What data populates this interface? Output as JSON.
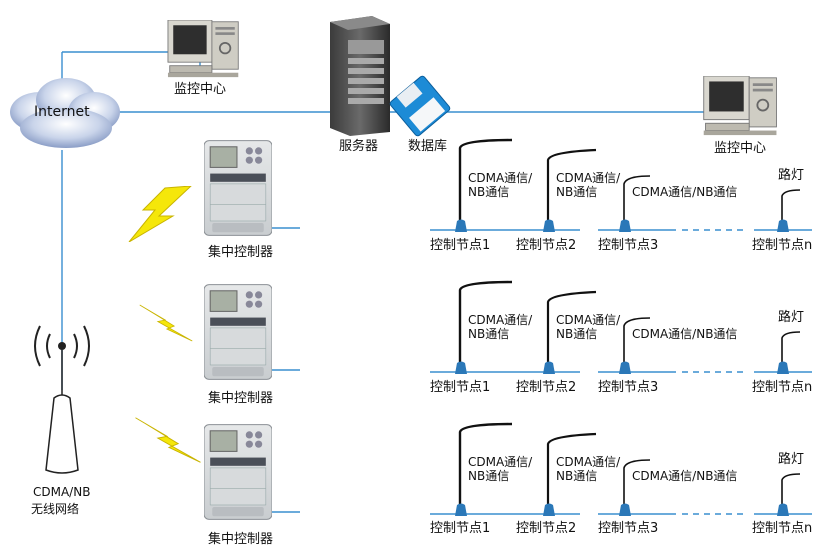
{
  "internet": {
    "label": "Internet"
  },
  "monitor_center": {
    "label": "监控中心"
  },
  "server": {
    "label": "服务器"
  },
  "database": {
    "label": "数据库"
  },
  "concentrator": {
    "label": "集中控制器"
  },
  "wireless": {
    "line1": "CDMA/NB",
    "line2": "无线网络"
  },
  "rows": [
    {
      "comm_tall": [
        "CDMA通信/",
        "NB通信"
      ],
      "comm_short": "CDMA通信/NB通信",
      "streetlight": "路灯",
      "nodes": [
        "控制节点1",
        "控制节点2",
        "控制节点3",
        "控制节点n"
      ]
    },
    {
      "comm_tall": [
        "CDMA通信/",
        "NB通信"
      ],
      "comm_short": "CDMA通信/NB通信",
      "streetlight": "路灯",
      "nodes": [
        "控制节点1",
        "控制节点2",
        "控制节点3",
        "控制节点n"
      ]
    },
    {
      "comm_tall": [
        "CDMA通信/",
        "NB通信"
      ],
      "comm_short": "CDMA通信/NB通信",
      "streetlight": "路灯",
      "nodes": [
        "控制节点1",
        "控制节点2",
        "控制节点3",
        "控制节点n"
      ]
    }
  ],
  "colors": {
    "link": "#3a8fcf",
    "bolt": "#f5e70a",
    "cloud": "#9fb2d6",
    "pole": "#111111",
    "base": "#2b78b8"
  }
}
